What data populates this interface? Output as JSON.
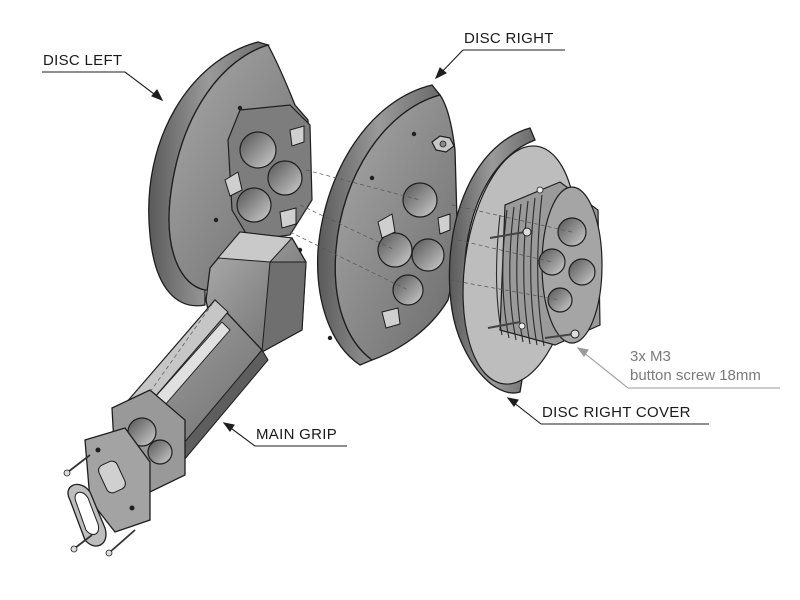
{
  "labels": {
    "disc_left": "DISC LEFT",
    "disc_right": "DISC RIGHT",
    "main_grip": "MAIN GRIP",
    "disc_right_cover": "DISC RIGHT COVER",
    "screw_note_line1": "3x M3",
    "screw_note_line2": "button screw 18mm"
  },
  "colors": {
    "part_fill": "#8e8e8e",
    "part_light": "#b5b5b5",
    "part_dark": "#5f5f5f",
    "edge": "#1e1e1e",
    "highlight": "#d9d9d9"
  }
}
